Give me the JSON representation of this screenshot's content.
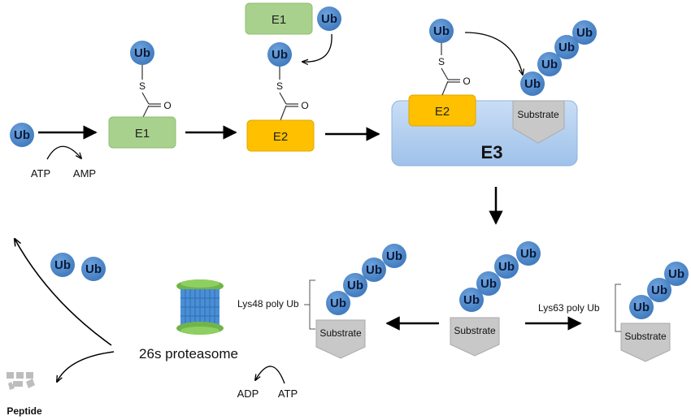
{
  "labels": {
    "ub": "Ub",
    "e1": "E1",
    "e2": "E2",
    "e3": "E3",
    "substrate": "Substrate",
    "atp": "ATP",
    "amp": "AMP",
    "adp": "ADP",
    "sulfur": "S",
    "oxygen": "O",
    "lys48": "Lys48 poly Ub",
    "lys63": "Lys63 poly Ub",
    "proteasome": "26s proteasome",
    "peptide": "Peptide"
  },
  "colors": {
    "ub_fill": "#4a86c8",
    "e1_fill": "#a9d18e",
    "e2_fill": "#ffc000",
    "e3_fill": "#aecbee",
    "substrate_fill": "#c8c8c8",
    "proteasome_green": "#70b54a",
    "proteasome_blue": "#4a8fd6"
  }
}
